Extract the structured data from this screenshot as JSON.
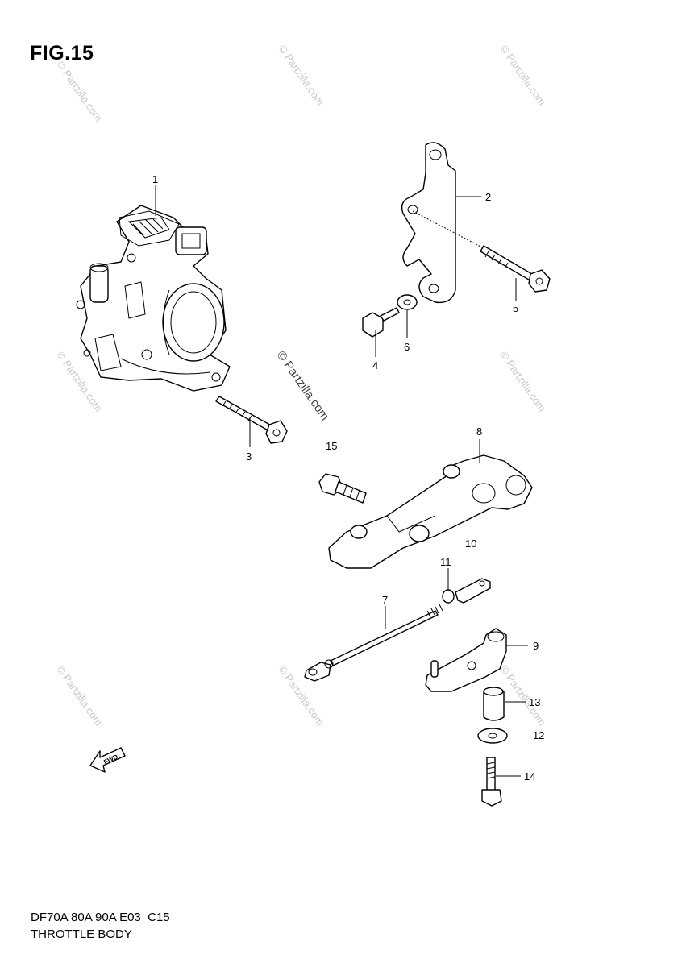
{
  "figure": {
    "title": "FIG.15"
  },
  "watermark": {
    "text": "© Partzilla.com"
  },
  "callouts": {
    "c1": "1",
    "c2": "2",
    "c3": "3",
    "c4": "4",
    "c5": "5",
    "c6": "6",
    "c7": "7",
    "c8": "8",
    "c9": "9",
    "c10": "10",
    "c11": "11",
    "c12": "12",
    "c13": "13",
    "c14": "14",
    "c15": "15"
  },
  "fwd_label": "FWD",
  "footer": {
    "model_code": "DF70A 80A 90A E03_C15",
    "section_name": "THROTTLE BODY"
  }
}
